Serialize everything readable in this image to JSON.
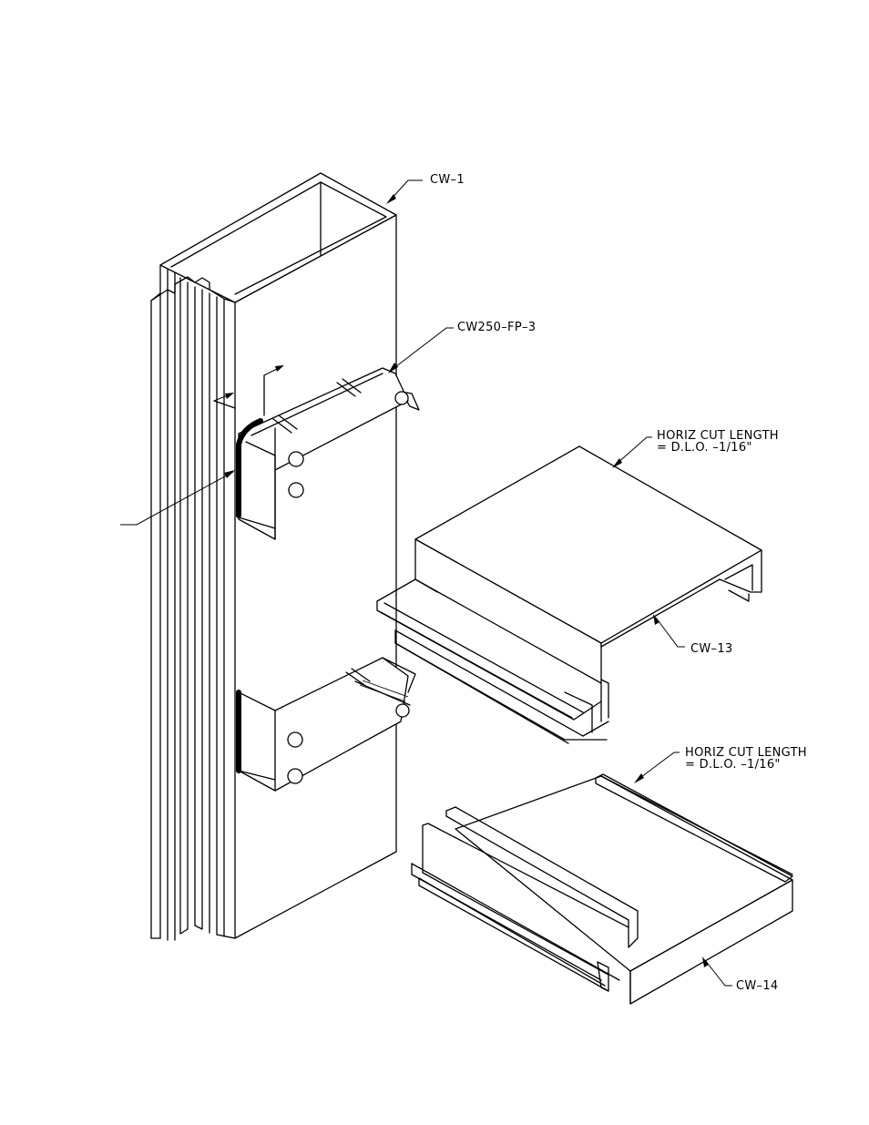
{
  "callouts": {
    "mullion": "CW–1",
    "clip": "CW250–FP–3",
    "head_length_line1": "HORIZ CUT LENGTH",
    "head_length_line2": "= D.L.O. –1/16\"",
    "head": "CW–13",
    "sill_length_line1": "HORIZ CUT LENGTH",
    "sill_length_line2": "= D.L.O. –1/16\"",
    "sill": "CW–14"
  },
  "colors": {
    "ink": "#000000",
    "paper": "#ffffff"
  }
}
